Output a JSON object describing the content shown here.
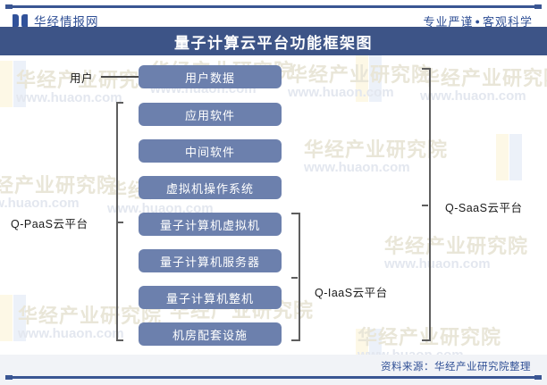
{
  "header": {
    "brand": "华经情报网",
    "tagline_left": "专业严谨",
    "tagline_dot": "●",
    "tagline_right": "客观科学",
    "logo_icon": "open-book-icon"
  },
  "title": "量子计算云平台功能框架图",
  "colors": {
    "title_bar": "#3d5487",
    "box_fill": "#6c80ad",
    "rule": "#3a5693",
    "brand_text": "#2f4f95",
    "footer_bg": "#f1f3f7",
    "bracket": "#5e5e5e"
  },
  "diagram": {
    "user_label": "用户",
    "boxes": [
      {
        "label": "用户数据"
      },
      {
        "label": "应用软件"
      },
      {
        "label": "中间软件"
      },
      {
        "label": "虚拟机操作系统"
      },
      {
        "label": "量子计算机虚拟机"
      },
      {
        "label": "量子计算机服务器"
      },
      {
        "label": "量子计算机整机"
      },
      {
        "label": "机房配套设施"
      }
    ],
    "groups": [
      {
        "label": "Q-PaaS云平台",
        "side": "left"
      },
      {
        "label": "Q-IaaS云平台",
        "side": "right"
      },
      {
        "label": "Q-SaaS云平台",
        "side": "right"
      }
    ]
  },
  "footer": {
    "source": "资料来源：华经产业研究院整理"
  },
  "watermark": {
    "line1": "华经产业研究院",
    "line2": "www.huaon.com"
  }
}
